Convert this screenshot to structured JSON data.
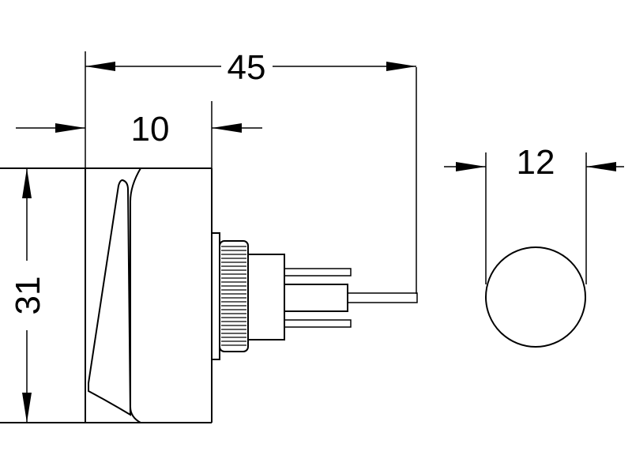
{
  "drawing": {
    "dimensions": {
      "overall_length": "45",
      "front_depth": "10",
      "height": "31",
      "knob_diameter": "12"
    }
  }
}
